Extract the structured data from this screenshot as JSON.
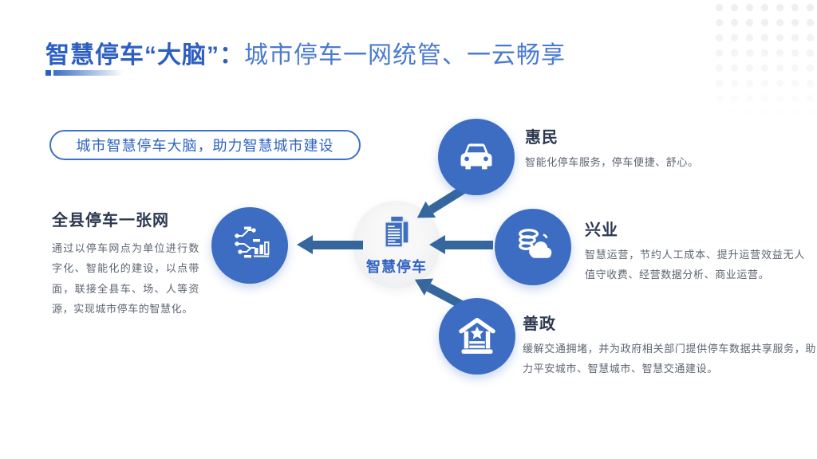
{
  "title": {
    "emphasis": "智慧停车“大脑”：",
    "rest": "城市停车一网统管、一云畅享"
  },
  "banner": "城市智慧停车大脑，助力智慧城市建设",
  "left_feature": {
    "heading": "全县停车一张网",
    "body": "通过以停车网点为单位进行数字化、智能化的建设，以点带面，联接全县车、场、人等资源，实现城市停车的智慧化。",
    "icon": "network-circuit-icon"
  },
  "hub": {
    "label": "智慧停车",
    "icon": "documents-icon"
  },
  "benefits": [
    {
      "heading": "惠民",
      "body": "智能化停车服务，停车便捷、舒心。",
      "icon": "car-icon"
    },
    {
      "heading": "兴业",
      "body": "智慧运营，节约人工成本、提升运营效益无人值守收费、经营数据分析、商业运营。",
      "icon": "data-cloud-icon"
    },
    {
      "heading": "善政",
      "body": "缓解交通拥堵，并为政府相关部门提供停车数据共享服务，助力平安城市、智慧城市、智慧交通建设。",
      "icon": "government-building-icon"
    }
  ],
  "colors": {
    "circle_blue": "#3d6dc2",
    "arrow_blue": "#35679e",
    "title_dark_blue": "#2d5fc2",
    "title_light_blue": "#4b7bd0",
    "heading_dark": "#2c3950",
    "body_gray": "#5d6572",
    "pill_blue": "#2e63c3"
  }
}
